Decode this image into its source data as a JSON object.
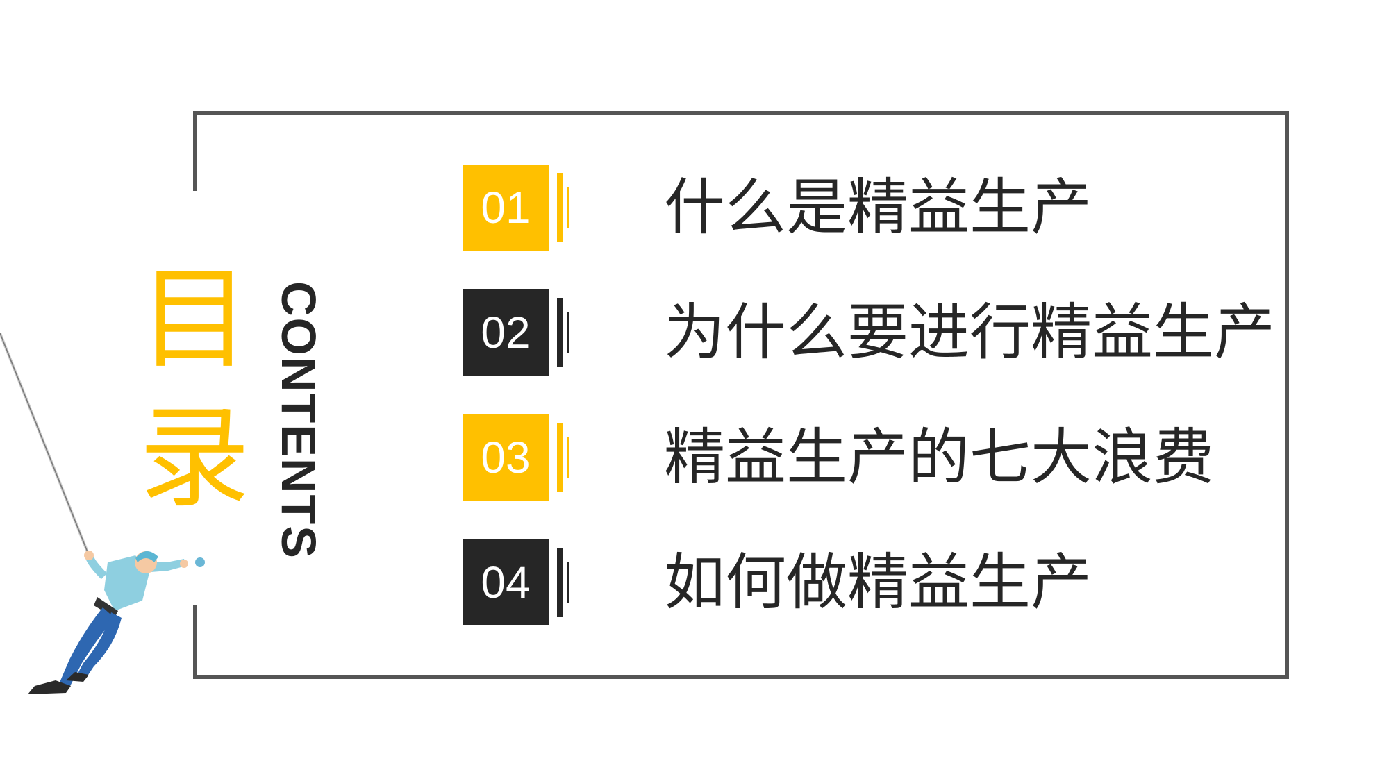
{
  "title": {
    "chinese_line1": "目",
    "chinese_line2": "录",
    "english": "CONTENTS"
  },
  "colors": {
    "accent": "#ffc000",
    "dark": "#262626",
    "frame": "#555555"
  },
  "menu": [
    {
      "number": "01",
      "label": "什么是精益生产",
      "style": "yellow"
    },
    {
      "number": "02",
      "label": "为什么要进行精益生产",
      "style": "dark"
    },
    {
      "number": "03",
      "label": "精益生产的七大浪费",
      "style": "yellow"
    },
    {
      "number": "04",
      "label": "如何做精益生产",
      "style": "dark"
    }
  ],
  "illustration": "climber-with-rope"
}
